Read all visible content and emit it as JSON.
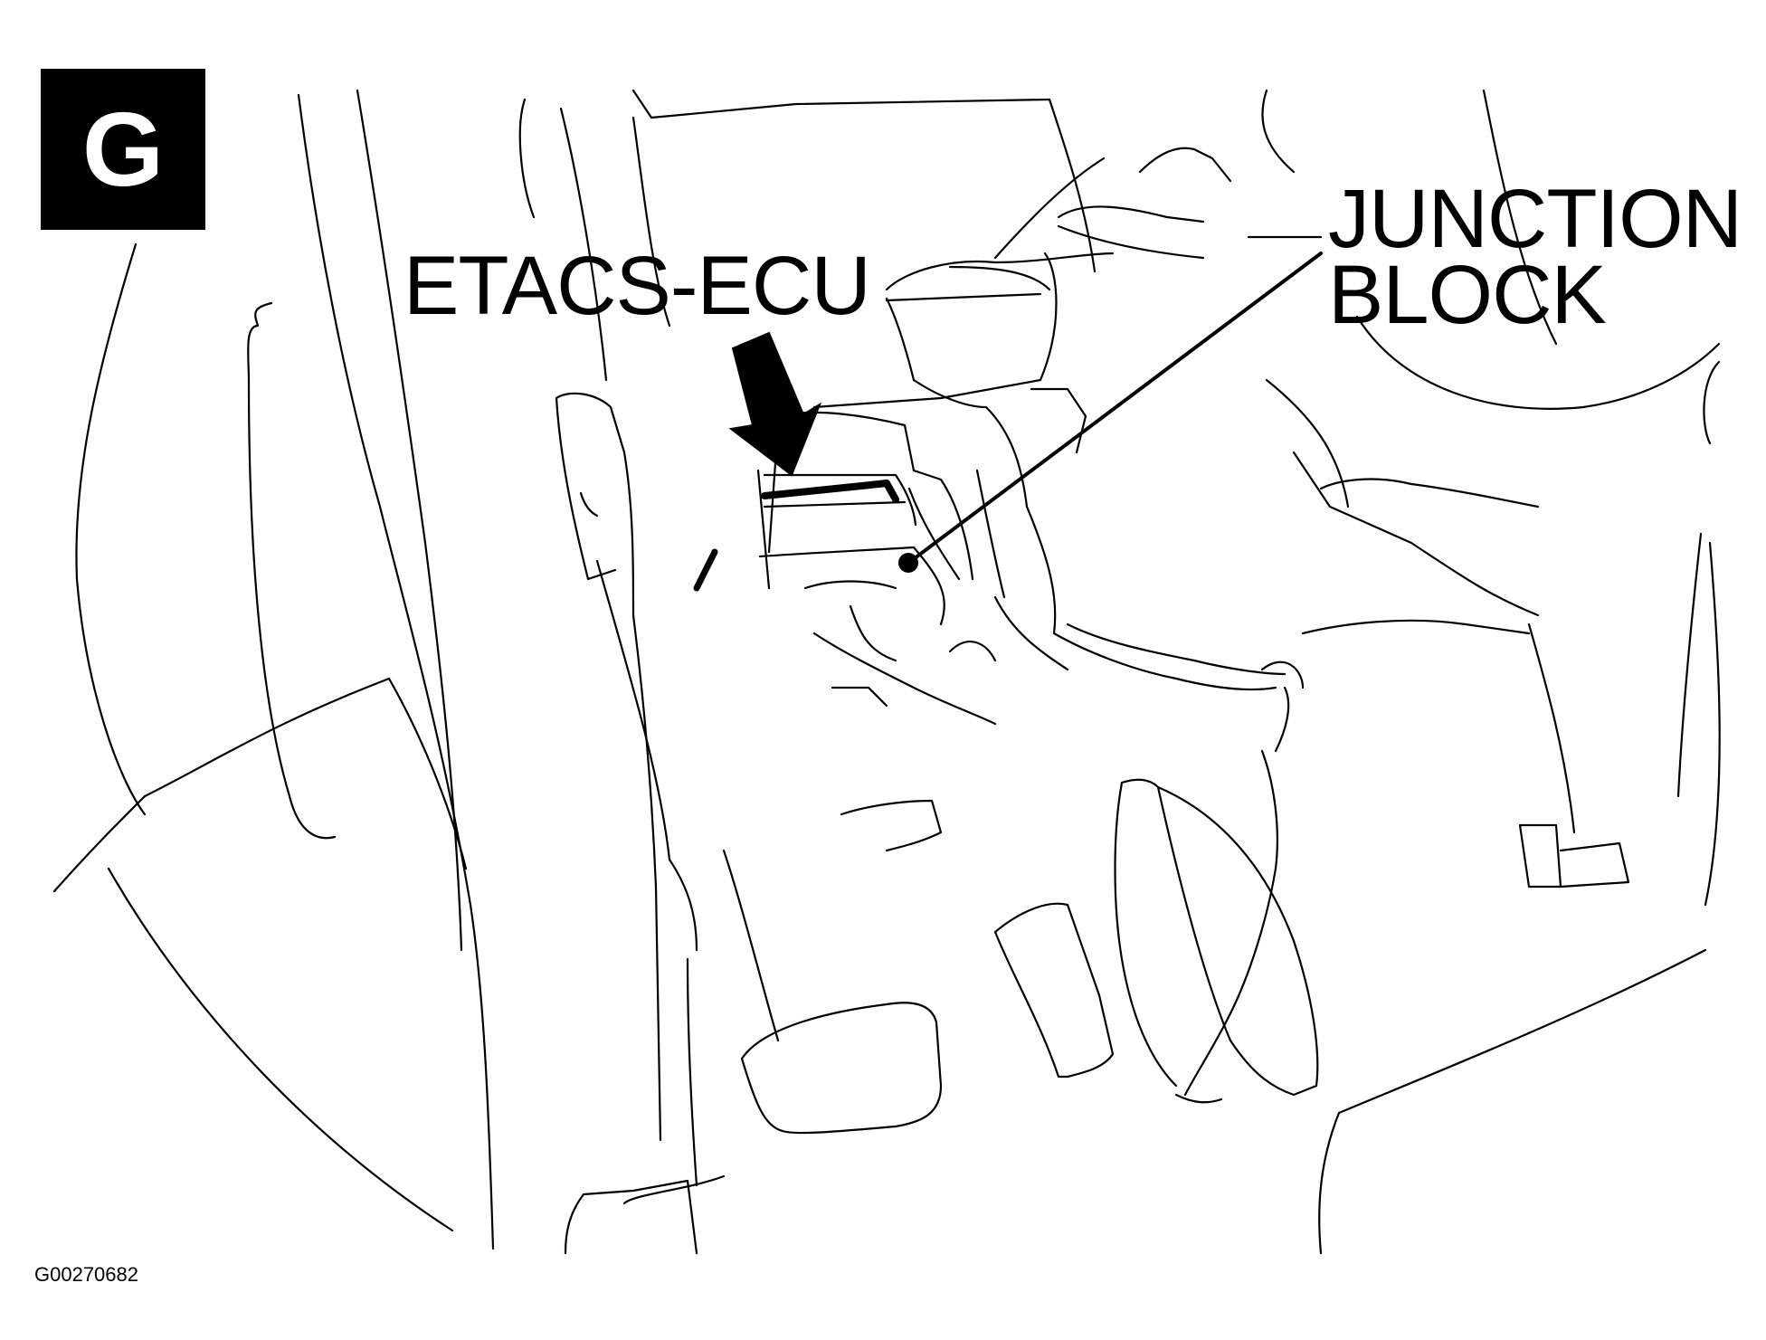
{
  "badge": {
    "letter": "G"
  },
  "callouts": {
    "etacs_ecu": "ETACS-ECU",
    "junction_block_line1": "JUNCTION",
    "junction_block_line2": "BLOCK"
  },
  "figure_id": "G00270682",
  "colors": {
    "ink": "#000000",
    "background": "#ffffff"
  }
}
